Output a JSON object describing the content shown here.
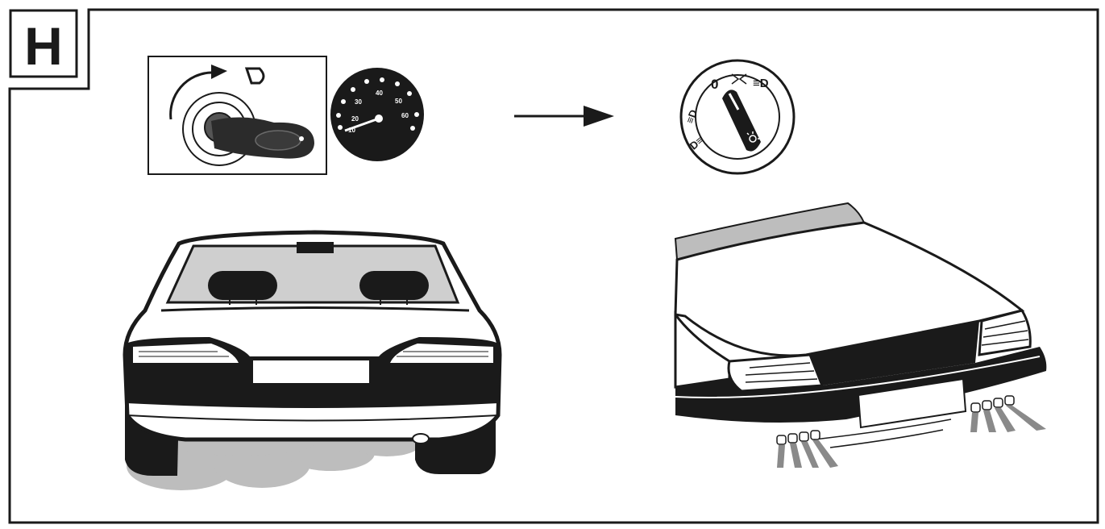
{
  "panel": {
    "label": "H"
  },
  "speedometer": {
    "ticks": [
      "20",
      "30",
      "40",
      "50",
      "60",
      "10"
    ]
  },
  "light_switch": {
    "symbols": [
      "0",
      "≡D",
      "≡D",
      "D≡"
    ]
  },
  "colors": {
    "ink": "#1a1a1a",
    "gray": "#bdbdbd",
    "paper": "#ffffff"
  }
}
